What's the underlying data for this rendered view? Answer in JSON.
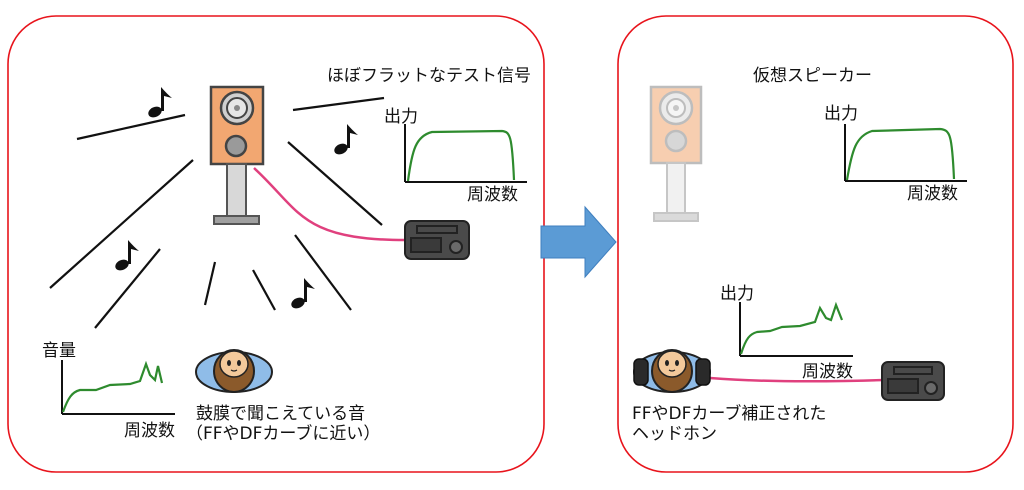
{
  "colors": {
    "panel_border": "#e8141c",
    "arrow": "#5b9bd5",
    "curve": "#2e8b2e",
    "cable": "#e0407e",
    "speaker_box": "#f2a771",
    "speaker_box_faded": "#f8d9c2",
    "player": "#4a4a4a",
    "head_ring": "#8fbce8"
  },
  "icons": [
    "speaker-icon",
    "music-note-icon",
    "audio-player-icon",
    "head-icon",
    "headphones-icon",
    "arrow-right-icon"
  ],
  "left_panel": {
    "test_signal_label": "ほぼフラットなテスト信号",
    "output_graph": {
      "y_label": "出力",
      "x_label": "周波数"
    },
    "volume_graph": {
      "y_label": "音量",
      "x_label": "周波数"
    },
    "eardrum_caption_line1": "鼓膜で聞こえている音",
    "eardrum_caption_line2": "（FFやDFカーブに近い）"
  },
  "right_panel": {
    "virtual_speaker_label": "仮想スピーカー",
    "output_graph": {
      "y_label": "出力",
      "x_label": "周波数"
    },
    "eardrum_graph": {
      "y_label": "出力",
      "x_label": "周波数"
    },
    "headphone_caption_line1": "FFやDFカーブ補正された",
    "headphone_caption_line2": "ヘッドホン"
  }
}
